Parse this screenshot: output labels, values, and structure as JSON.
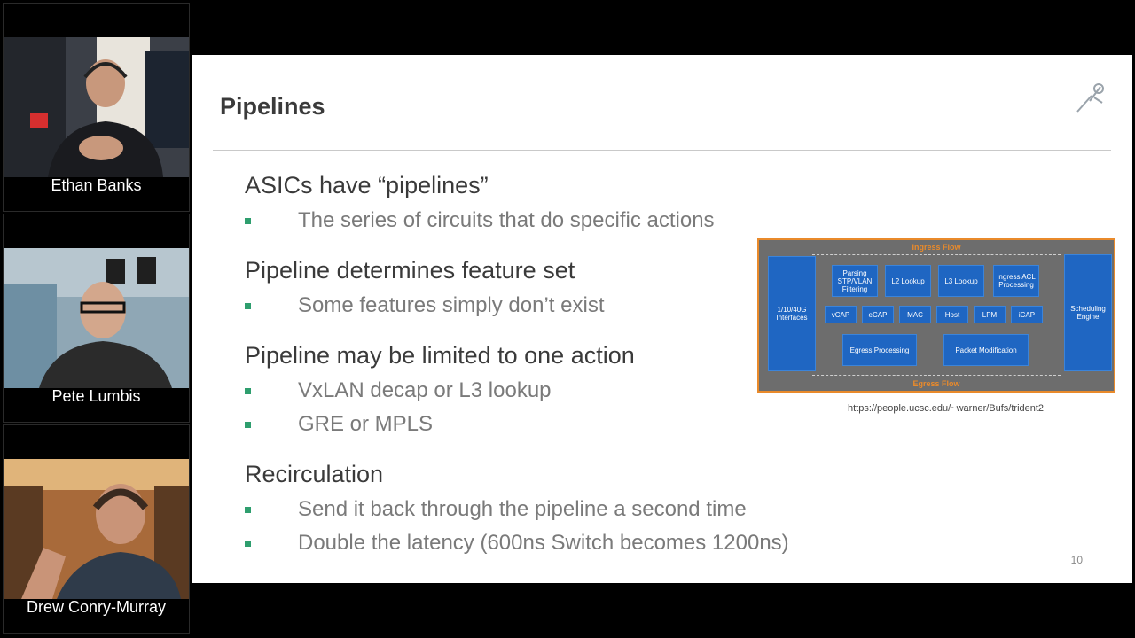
{
  "participants": [
    {
      "name": "Ethan Banks"
    },
    {
      "name": "Pete Lumbis"
    },
    {
      "name": "Drew Conry-Murray"
    }
  ],
  "slide": {
    "title": "Pipelines",
    "page_number": "10",
    "sections": [
      {
        "heading": "ASICs have “pipelines”",
        "items": [
          "The series of circuits that do specific actions"
        ]
      },
      {
        "heading": "Pipeline determines feature set",
        "items": [
          "Some features simply don’t exist"
        ]
      },
      {
        "heading": "Pipeline may be limited to one action",
        "items": [
          "VxLAN decap or L3 lookup",
          "GRE or MPLS"
        ]
      },
      {
        "heading": "Recirculation",
        "items": [
          "Send it back through the pipeline a second time",
          "Double the latency (600ns Switch becomes 1200ns)"
        ]
      }
    ],
    "diagram": {
      "ingress_label": "Ingress Flow",
      "egress_label": "Egress Flow",
      "interfaces": "1/10/40G Interfaces",
      "scheduling": "Scheduling Engine",
      "top_row": [
        "Parsing STP/VLAN Filtering",
        "L2 Lookup",
        "L3 Lookup",
        "Ingress ACL Processing"
      ],
      "mid_row": [
        "vCAP",
        "eCAP",
        "MAC",
        "Host",
        "LPM",
        "iCAP"
      ],
      "bottom_row": [
        "Egress Processing",
        "Packet Modification"
      ],
      "caption": "https://people.ucsc.edu/~warner/Bufs/trident2"
    }
  },
  "colors": {
    "bullet_accent": "#2e9e6e",
    "diagram_block": "#1f66c2",
    "diagram_border": "#e98a2b"
  }
}
